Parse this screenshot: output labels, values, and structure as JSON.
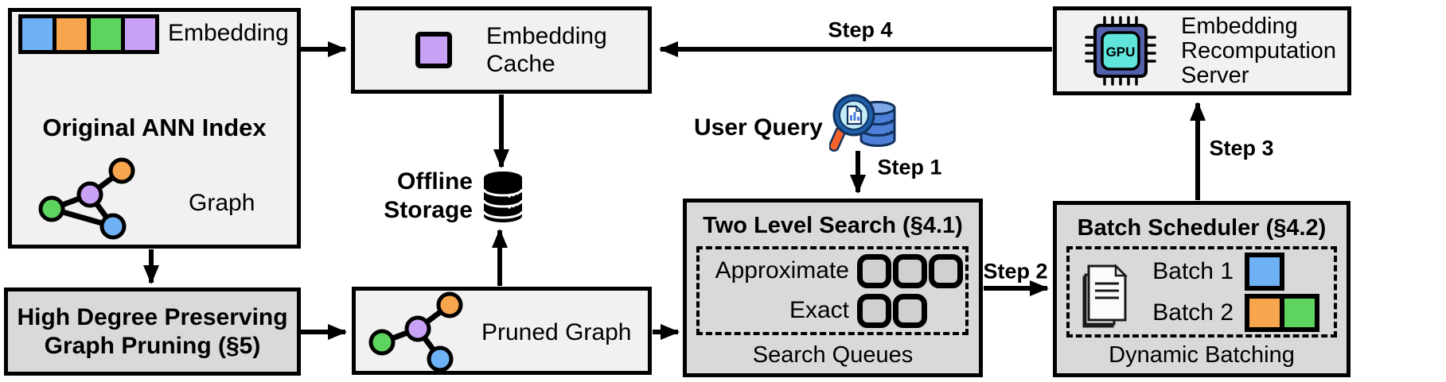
{
  "diagram": {
    "ann_index": {
      "title": "Original ANN Index",
      "embedding_label": "Embedding",
      "graph_label": "Graph"
    },
    "embedding_cache": {
      "line1": "Embedding",
      "line2": "Cache"
    },
    "recomputation_server": {
      "line1": "Embedding",
      "line2": "Recomputation",
      "line3": "Server",
      "gpu_icon_label": "GPU"
    },
    "offline_storage": {
      "line1": "Offline",
      "line2": "Storage"
    },
    "user_query": {
      "label": "User Query"
    },
    "steps": {
      "step1": "Step 1",
      "step2": "Step 2",
      "step3": "Step 3",
      "step4": "Step 4"
    },
    "two_level_search": {
      "title": "Two Level Search (§4.1)",
      "row1_label": "Approximate",
      "row2_label": "Exact",
      "approximate_slots": 3,
      "exact_slots": 2,
      "caption": "Search Queues"
    },
    "batch_scheduler": {
      "title": "Batch Scheduler (§4.2)",
      "batch1_label": "Batch 1",
      "batch2_label": "Batch 2",
      "caption": "Dynamic Batching"
    },
    "graph_pruning": {
      "line1": "High Degree Preserving",
      "line2": "Graph Pruning (§5)"
    },
    "pruned_graph": {
      "label": "Pruned Graph"
    }
  },
  "colors": {
    "blue": "#6FB1F5",
    "orange": "#F8A64E",
    "green": "#5ED35E",
    "purple": "#C9A1F5",
    "gpu_body": "#5560AC",
    "gpu_screen": "#5FE5DC",
    "query_db": "#4E80D8",
    "query_db_top": "#7FA8E8",
    "query_ring": "#1E5FA8",
    "query_lens": "#C3EBF8",
    "query_handle": "#F4632B",
    "black": "#000000"
  }
}
